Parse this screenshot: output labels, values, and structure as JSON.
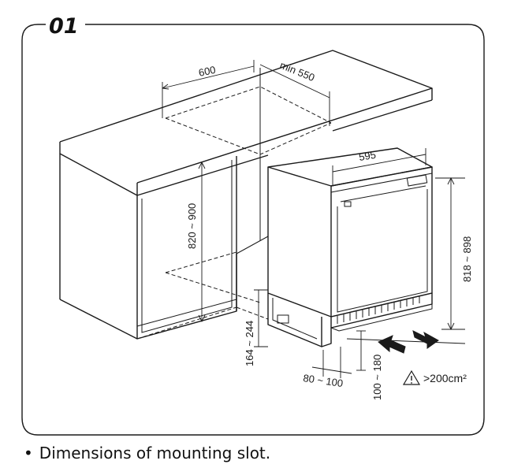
{
  "step_number": "01",
  "caption": {
    "bullet": "•",
    "text": "Dimensions of mounting slot."
  },
  "dimensions": {
    "cabinet_width": "600",
    "cabinet_depth": "min 550",
    "appliance_width": "595",
    "cabinet_height": "820 ~ 900",
    "appliance_height": "818 ~ 898",
    "plinth_height": "164 ~ 244",
    "plinth_setback": "80 ~ 100",
    "vent_height": "100 ~ 180",
    "ventilation_area": ">200cm²"
  },
  "icons": {
    "warning": "warning-triangle-icon",
    "airflow_in": "airflow-in-arrow-icon",
    "airflow_out": "airflow-out-arrow-icon"
  }
}
